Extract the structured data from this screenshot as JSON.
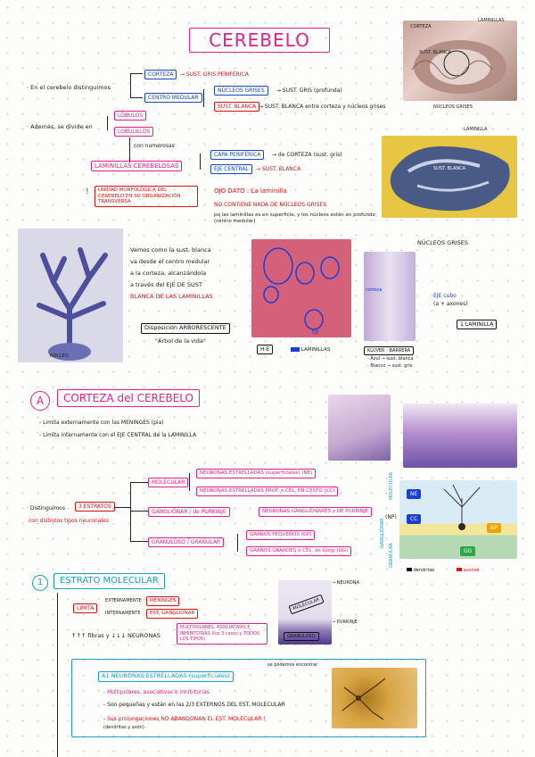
{
  "title": "CEREBELO",
  "intro": {
    "lead": "· En el cerebelo distinguimos",
    "corteza": "CORTEZA",
    "corteza_note": "→ SUST. GRIS PERIFÉRICA",
    "centro_medular": "CENTRO MEDULAR",
    "nucleos_grises": "NÚCLEOS GRISES",
    "nucleos_note": "→ SUST. GRIS (profunda)",
    "sust_blanca": "SUST. BLANCA",
    "sust_blanca_note": "→ SUST. BLANCA entre corteza y núcleos grises"
  },
  "division": {
    "lead": "· Además, se divide en",
    "lobulos": "LÓBULOS",
    "lobulillos": "LOBULILLOS",
    "con": "con numerosas",
    "laminillas": "LAMINILLAS CEREBELOSAS",
    "capa_periferica": "CAPA PERIFÉRICA",
    "capa_note": "→ de CORTEZA (sust. gris)",
    "eje_central": "EJE CENTRAL",
    "eje_note": "→ SUST. BLANCA",
    "unidad": "UNIDAD MORFOLÓGICA DEL CEREBELO EN SU ORGANIZACIÓN TRANSVERSA",
    "ojo": "OJO DATO : La laminilla",
    "no_contiene": "NO CONTIENE NADA DE NÚCLEOS GRISES",
    "pq": "pq las laminillas es en superficie, y los núcleos están en profundo (centro medular)"
  },
  "top_image": {
    "labels": [
      "CORTEZA",
      "LAMINILLAS",
      "SUST. BLANCA",
      "NÚCLEOS GRISES"
    ]
  },
  "brain_image": {
    "label_top": "LAMINILLA",
    "label_center": "SUST. BLANCA",
    "caption": "NÚCLEOS GRISES"
  },
  "arbor": {
    "lines": [
      "Vemos como la sust. blanca",
      "va desde el centro medular",
      "a la corteza, alcanzándola",
      "a través del EJE DE SUST",
      "BLANCA DE LAS LAMINILLAS"
    ],
    "dispo": "Disposición ARBORESCENTE",
    "arbol": "\"Árbol de la vida\"",
    "nucleo_label": "NÚCLEO",
    "he_label": "H-E",
    "laminillas_legend": "LAMINILLAS",
    "eje_label": "EJE",
    "corteza_label": "corteza",
    "eje_blue": "EJE cubo",
    "eje_sub": "(a + axones)",
    "una_laminilla": "1 LAMINILLA",
    "kluver": "KLUVER - BARRERA",
    "kluver_1": "- Azul → sust. blanca",
    "kluver_2": "- Blanco → sust. gris"
  },
  "section_a": {
    "letter": "A",
    "title": "CORTEZA del CEREBELO",
    "lim1": "- Limita externamente con las MENINGES (pia)",
    "lim2": "- Limita internamente con el EJE CENTRAL de la LAMINILLA",
    "distinguimos": "· Distinguimos",
    "estratos": "3 ESTRATOS",
    "tipos": "con distintos tipos neuronales",
    "molecular": "MOLECULAR",
    "mol_1": "NEURONAS ESTRELLADAS (superficiales) (NE)",
    "mol_2": "NEURONAS ESTRELLADAS PROF. o CÉL. EN CESTO (CC)",
    "ganglionar": "GANGLIONAR / de PURKINJE",
    "gang_1": "NEURONAS GANGLIONARES o DE PURKINJE",
    "gang_1_tag": "(NP)",
    "granuloso": "GRANULOSO / GRANULAR",
    "gran_1": "GRANOS PEQUEÑOS (GP)",
    "gran_2": "GRANOS GRANDES o CÉL. de Golgi (GG)",
    "legend_dendritas": "dendritas",
    "legend_axones": "axones",
    "diag_labels": [
      "NE",
      "CC",
      "NP",
      "GG",
      "MOLECULAR",
      "GANGLIONAR",
      "GRANULAR"
    ]
  },
  "section_1": {
    "number": "1",
    "title": "ESTRATO MOLECULAR",
    "limita": "LIMITA",
    "ext_label": "EXTERNAMENTE",
    "meninges": "MENINGES",
    "int_label": "INTERNAMENTE",
    "est_gang": "EST. GANGLIONAR",
    "fibras": "↑↑↑ fibras y ↓↓↓ NEURONAS",
    "neuronas_box": "MULTIPOLARES, ASOCIATIVAS E INHIBITORIAS (los 3 casos y TODOS LOS TIPOS)",
    "img_labels": [
      "MOLECULAR",
      "GRANULOSO",
      "→ NEURONA",
      "→ PURKINJE"
    ],
    "sub_title": "A1 NEURONAS ESTRELLADAS (superficiales)",
    "sub_note": "se podemos encontrar",
    "b1": "- Multipolares, asociativas e inhibitorias",
    "b2": "- Son pequeñas y están en las 2/3 EXTERNOS DEL EST. MOLECULAR",
    "b3": "- Sus prolongaciones NO ABANDONAN EL EST. MOLECULAR !",
    "b3_sub": "(dendritas y axón)"
  }
}
